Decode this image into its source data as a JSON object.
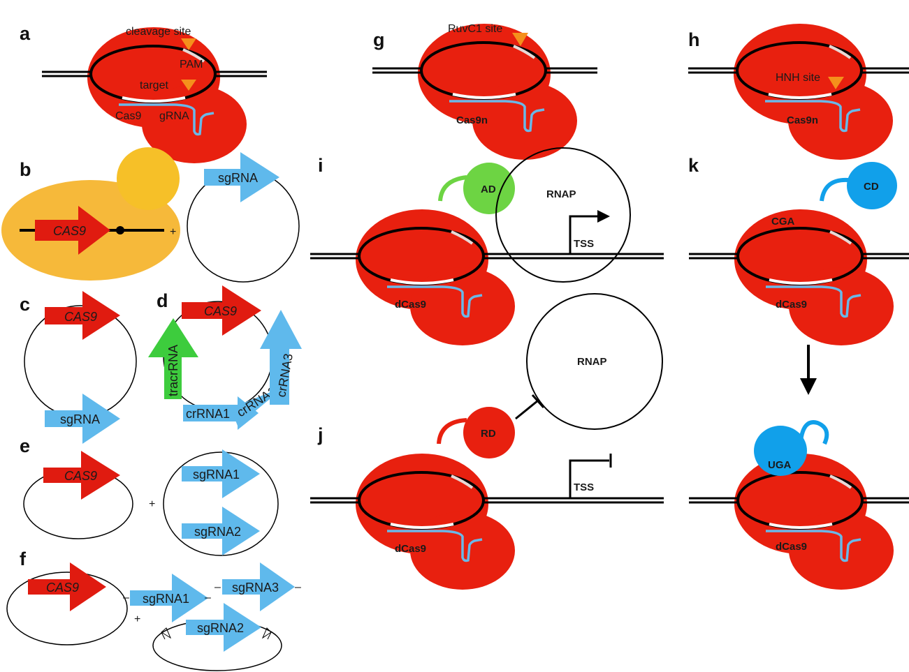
{
  "colors": {
    "cas9": "#e8200f",
    "cas9_arrow": "#e01b10",
    "sgrna_arrow": "#5fb9ec",
    "grna_line": "#6ab8e8",
    "tracr": "#3dcc3d",
    "activator": "#6dd443",
    "yeast": "#f6b93a",
    "yeast_bud": "#f6c028",
    "cut_site": "#f5901c",
    "deaminase": "#11a0ea",
    "dna": "#000000"
  },
  "panels": {
    "a": {
      "letter": "a",
      "cleavage_site": "cleavage site",
      "pam": "PAM",
      "target": "target",
      "cas9": "Cas9",
      "grna": "gRNA"
    },
    "b": {
      "letter": "b",
      "cas9_gene": "CAS9",
      "sgrna": "sgRNA",
      "plus": "+"
    },
    "c": {
      "letter": "c",
      "cas9_gene": "CAS9",
      "sgrna": "sgRNA"
    },
    "d": {
      "letter": "d",
      "cas9_gene": "CAS9",
      "tracrrna": "tracrRNA",
      "crrna1": "crRNA1",
      "crrna2": "crRNA2",
      "crrna3": "crRNA3"
    },
    "e": {
      "letter": "e",
      "cas9_gene": "CAS9",
      "sgrna1": "sgRNA1",
      "sgrna2": "sgRNA2",
      "plus": "+"
    },
    "f": {
      "letter": "f",
      "cas9_gene": "CAS9",
      "sgrna1": "sgRNA1",
      "sgrna2": "sgRNA2",
      "sgrna3": "sgRNA3",
      "plus": "+",
      "minus": "–"
    },
    "g": {
      "letter": "g",
      "site": "RuvC1 site",
      "protein": "Cas9n"
    },
    "h": {
      "letter": "h",
      "site": "HNH site",
      "protein": "Cas9n"
    },
    "i": {
      "letter": "i",
      "effector": "AD",
      "polymerase": "RNAP",
      "tss": "TSS",
      "protein": "dCas9"
    },
    "j": {
      "letter": "j",
      "effector": "RD",
      "polymerase": "RNAP",
      "tss": "TSS",
      "protein": "dCas9"
    },
    "k": {
      "letter": "k",
      "effector": "CD",
      "codon_before": "CGA",
      "codon_after": "UGA",
      "protein": "dCas9"
    }
  }
}
